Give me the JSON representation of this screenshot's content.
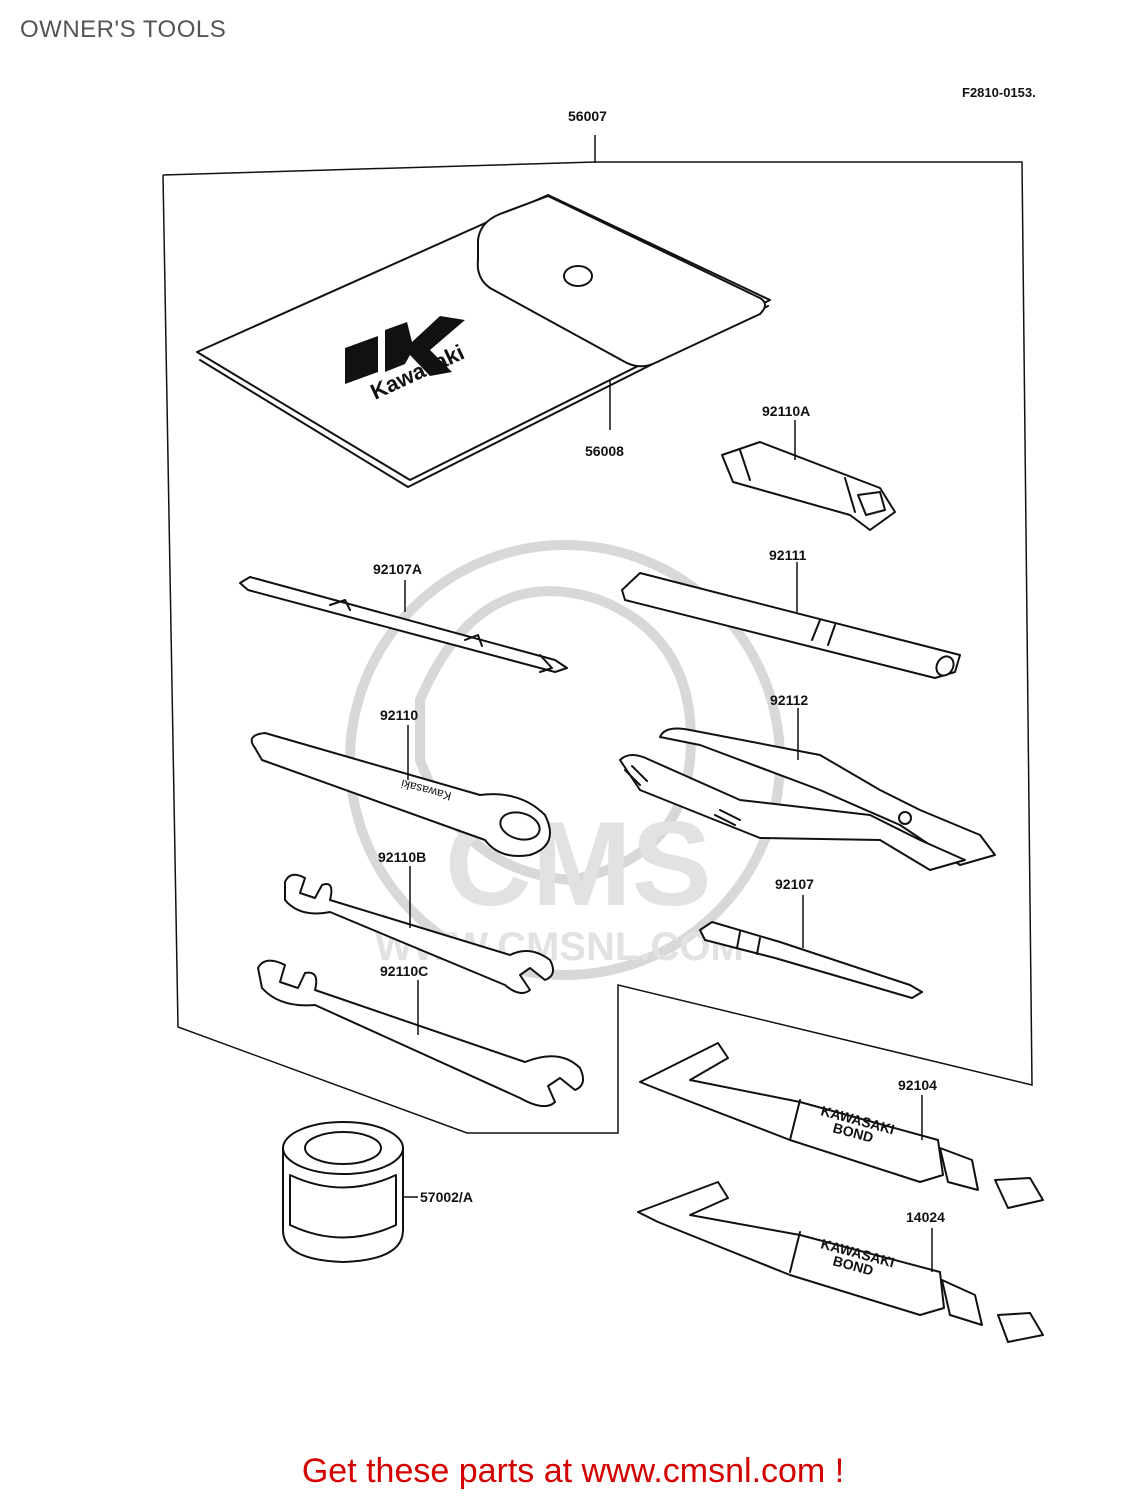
{
  "page": {
    "title": "OWNER'S TOOLS",
    "drawing_code": "F2810-0153.",
    "footer": "Get these parts at www.cmsnl.com !"
  },
  "watermark": {
    "text": "CMS",
    "url": "WWW.CMSNL.COM"
  },
  "logo": {
    "brand": "Kawasaki"
  },
  "tube_labels": {
    "line1": "KAWASAKI",
    "line2": "BOND"
  },
  "wrench_stamp": "Kawasaki",
  "parts": [
    {
      "id": "part-56007",
      "label": "56007"
    },
    {
      "id": "part-56008",
      "label": "56008"
    },
    {
      "id": "part-92110a",
      "label": "92110A"
    },
    {
      "id": "part-92107a",
      "label": "92107A"
    },
    {
      "id": "part-92111",
      "label": "92111"
    },
    {
      "id": "part-92110",
      "label": "92110"
    },
    {
      "id": "part-92112",
      "label": "92112"
    },
    {
      "id": "part-92110b",
      "label": "92110B"
    },
    {
      "id": "part-92107",
      "label": "92107"
    },
    {
      "id": "part-92110c",
      "label": "92110C"
    },
    {
      "id": "part-92104",
      "label": "92104"
    },
    {
      "id": "part-14024",
      "label": "14024"
    },
    {
      "id": "part-57002a",
      "label": "57002/A"
    }
  ]
}
